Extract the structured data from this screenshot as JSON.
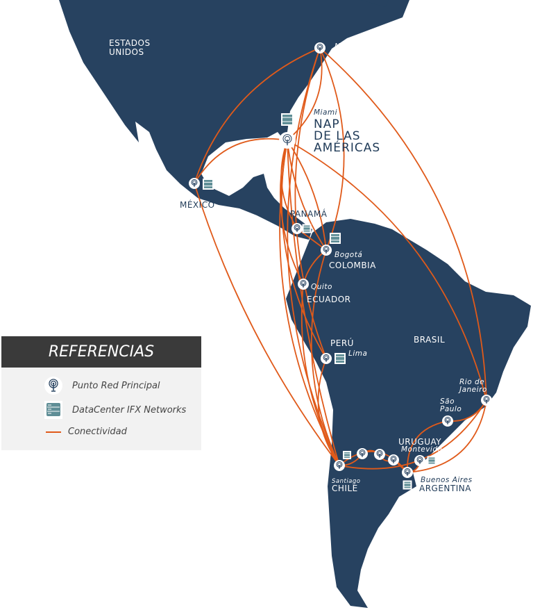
{
  "colors": {
    "land": "#274260",
    "connection": "#e05a1a",
    "legend_header": "#3a3a3a",
    "legend_bg": "#f2f2f2"
  },
  "legend": {
    "title": "REFERENCIAS",
    "items": [
      {
        "icon": "antenna-icon",
        "label": "Punto Red Principal"
      },
      {
        "icon": "datacenter-icon",
        "label": "DataCenter IFX Networks"
      },
      {
        "icon": "line",
        "label": "Conectividad"
      }
    ]
  },
  "labels": {
    "usa_1": "ESTADOS",
    "usa_2": "UNIDOS",
    "ny_1": "Nueva",
    "ny_2": "York",
    "miami": "Miami",
    "nap_1": "NAP",
    "nap_2": "DE LAS",
    "nap_3": "AMÉRICAS",
    "mexico": "MÉXICO",
    "panama": "PANAMÁ",
    "bogota": "Bogotá",
    "colombia": "COLOMBIA",
    "quito": "Quito",
    "ecuador": "ECUADOR",
    "peru": "PERÚ",
    "lima": "Lima",
    "brasil": "BRASIL",
    "rio_1": "Rio de",
    "rio_2": "Janeiro",
    "sp_1": "São",
    "sp_2": "Paulo",
    "uruguay": "URUGUAY",
    "montevideo": "Montevideo",
    "ba": "Buenos Aires",
    "argentina": "ARGENTINA",
    "santiago": "Santiago",
    "chile": "CHILE"
  }
}
